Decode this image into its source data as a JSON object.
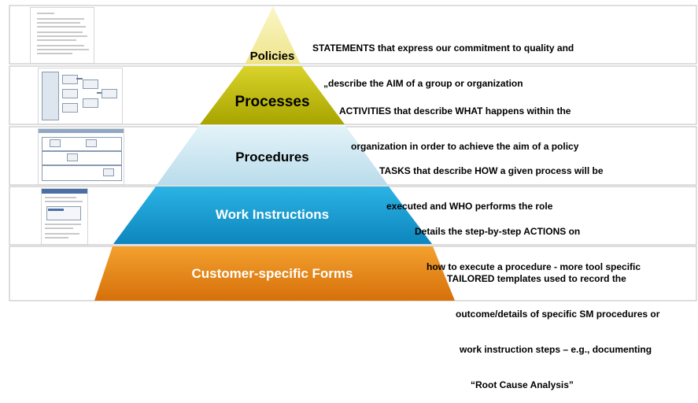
{
  "tiers": [
    {
      "label": "Policies",
      "description_lines": [
        "STATEMENTS that express our commitment to quality and",
        "„describe the AIM of a group or organization"
      ],
      "color": "#f7f0a6"
    },
    {
      "label": "Processes",
      "description_lines": [
        "ACTIVITIES that describe WHAT happens within the",
        "organization in order to achieve the aim of a policy"
      ],
      "color": "#c7c400"
    },
    {
      "label": "Procedures",
      "description_lines": [
        "TASKS that describe HOW a given process will be",
        "executed and WHO performs the role"
      ],
      "color": "#cfe8f2"
    },
    {
      "label": "Work Instructions",
      "description_lines": [
        "Details the step-by-step ACTIONS on",
        "how to execute a procedure - more tool specific"
      ],
      "color": "#1aa3d6"
    },
    {
      "label": "Customer-specific Forms",
      "description_lines": [
        "TAILORED templates used to record the",
        "outcome/details of specific SM procedures or",
        "work instruction steps – e.g., documenting",
        "“Root Cause Analysis”"
      ],
      "color": "#e8891a"
    }
  ]
}
